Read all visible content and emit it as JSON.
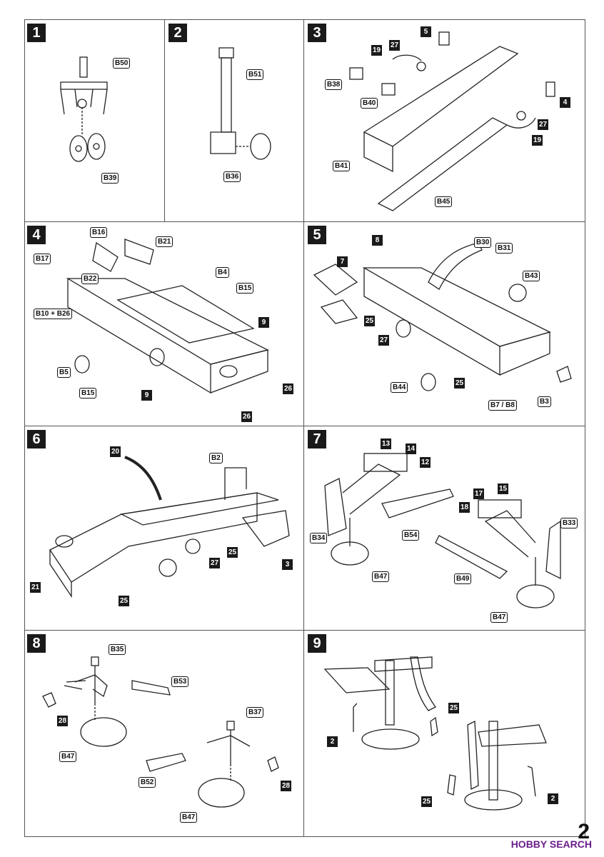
{
  "steps": [
    "1",
    "2",
    "3",
    "4",
    "5",
    "6",
    "7",
    "8",
    "9"
  ],
  "page_number": "2",
  "watermark": "HOBBY SEARCH",
  "labels": {
    "p1": [
      "B50",
      "B39"
    ],
    "p2": [
      "B51",
      "B36"
    ],
    "p3": [
      "B38",
      "B40",
      "B41",
      "B45"
    ],
    "p3n": [
      "5",
      "27",
      "19",
      "4",
      "27",
      "19"
    ],
    "p4": [
      "B16",
      "B21",
      "B17",
      "B22",
      "B4",
      "B15",
      "B10 + B26",
      "B5",
      "B15"
    ],
    "p4n": [
      "9",
      "9",
      "26",
      "26"
    ],
    "p5": [
      "B30",
      "B31",
      "B43",
      "B44",
      "B7 / B8",
      "B3"
    ],
    "p5n": [
      "8",
      "7",
      "25",
      "27",
      "25"
    ],
    "p6": [
      "B2"
    ],
    "p6n": [
      "20",
      "25",
      "27",
      "3",
      "21",
      "25"
    ],
    "p7": [
      "B34",
      "B54",
      "B47",
      "B33",
      "B49",
      "B47"
    ],
    "p7n": [
      "13",
      "14",
      "12",
      "17",
      "15",
      "18"
    ],
    "p8": [
      "B35",
      "B53",
      "B47",
      "B37",
      "B52",
      "B47"
    ],
    "p8n": [
      "28",
      "28"
    ],
    "p9n": [
      "25",
      "2",
      "25",
      "2"
    ]
  }
}
